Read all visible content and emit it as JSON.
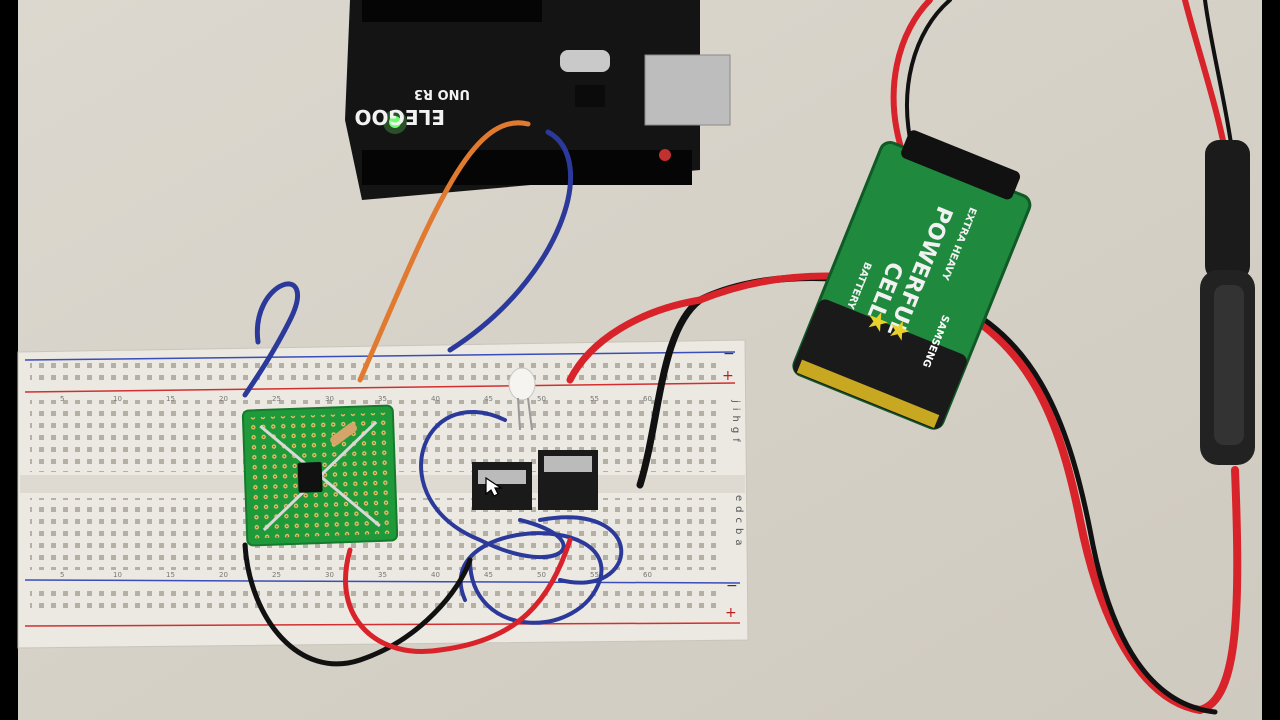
{
  "photo": {
    "colors": {
      "table": "#d9d4ca",
      "board": "#151515",
      "breadboard": "#ece9e2",
      "pcb": "#1f9a3a",
      "battery_green": "#1f8a3e",
      "wire_red": "#d8232a",
      "wire_black": "#111111",
      "wire_blue": "#2b3a9a",
      "wire_orange": "#e07a30"
    },
    "arduino": {
      "brand_text": "ELEGOO",
      "model_text": "UNO R3"
    },
    "battery": {
      "line1": "POWERFUL",
      "line2": "CELL",
      "line3": "EXTRA HEAVY",
      "line4": "BATTERY",
      "brand": "SAMSENG"
    },
    "breadboard": {
      "minus_mark": "−",
      "plus_mark": "+",
      "row_letters_top": "jihgf",
      "row_letters_bottom": "edcba",
      "column_numbers": [
        "5",
        "10",
        "15",
        "20",
        "25",
        "30",
        "35",
        "40",
        "45",
        "50",
        "55",
        "60"
      ]
    }
  }
}
